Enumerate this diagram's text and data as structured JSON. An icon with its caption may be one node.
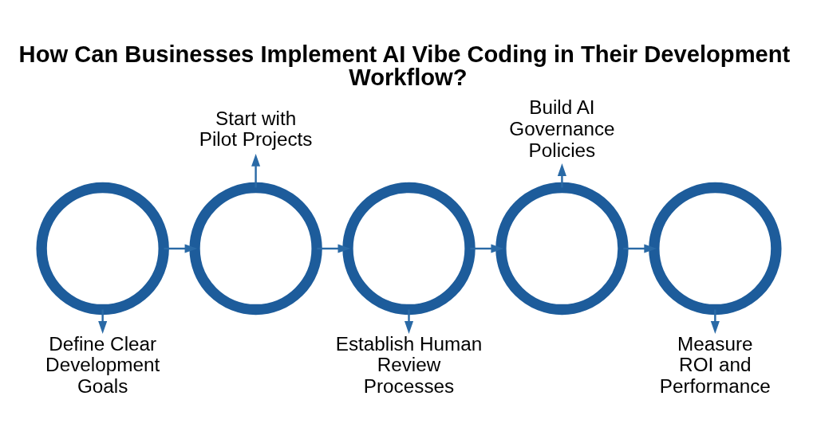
{
  "diagram": {
    "title": "How Can Businesses Implement AI Vibe Coding in Their Development Workflow?",
    "nodes": [
      {
        "text": [],
        "shape": "circle"
      },
      {
        "text": [
          "Define Clear Development Goals"
        ]
      },
      {
        "text": [],
        "shape": "circle"
      },
      {
        "text": [
          "Start with Pilot Projects"
        ]
      },
      {
        "text": [],
        "shape": "circle"
      },
      {
        "text": [
          "Establish Human Review Processes"
        ]
      },
      {
        "text": [],
        "shape": "circle"
      },
      {
        "text": [
          "Build AI Governance Policies"
        ]
      },
      {
        "text": [],
        "shape": "circle"
      },
      {
        "text": [
          "Measure ROI and Performance"
        ]
      }
    ],
    "edges": [
      {
        "from": 0,
        "to": 1,
        "arrow": "to"
      },
      {
        "from": 0,
        "to": 2,
        "arrow": "to"
      },
      {
        "from": 2,
        "to": 3,
        "arrow": "to"
      },
      {
        "from": 2,
        "to": 4,
        "arrow": "to"
      },
      {
        "from": 4,
        "to": 5,
        "arrow": "to"
      },
      {
        "from": 4,
        "to": 6,
        "arrow": "to"
      },
      {
        "from": 6,
        "to": 7,
        "arrow": "to"
      },
      {
        "from": 6,
        "to": 8,
        "arrow": "to"
      },
      {
        "from": 8,
        "to": 9,
        "arrow": "to"
      }
    ]
  }
}
